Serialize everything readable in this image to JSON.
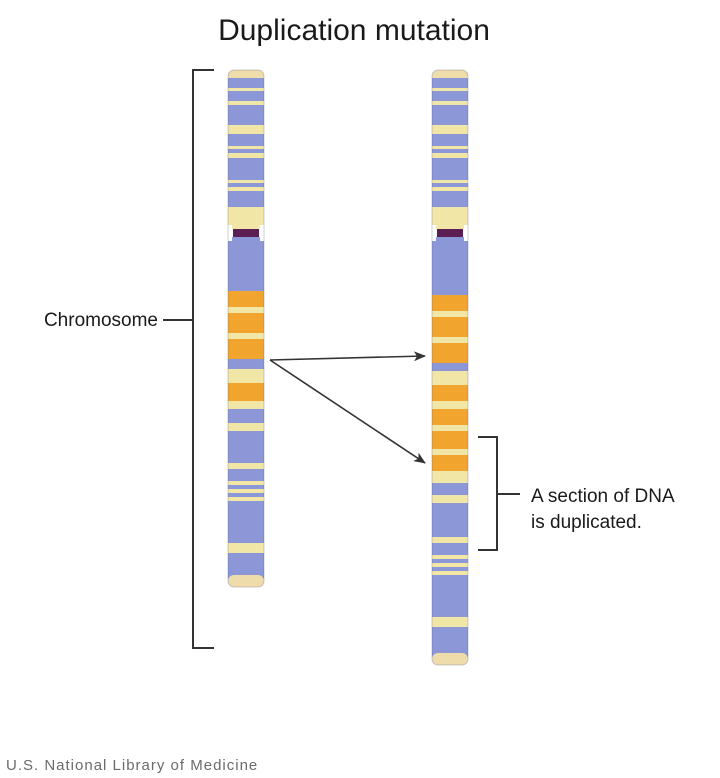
{
  "title": "Duplication mutation",
  "labels": {
    "chromosome": "Chromosome",
    "duplicated_line1": "A section of DNA",
    "duplicated_line2": "is duplicated."
  },
  "credit": "U.S. National Library of Medicine",
  "colors": {
    "background": "#ffffff",
    "chromosome_blue": "#8c97d8",
    "band_light": "#f2e6a6",
    "band_orange": "#f1a52f",
    "centromere": "#5b1e52",
    "cap": "#efdcab",
    "line": "#333333"
  },
  "chromosomes": [
    {
      "name": "original",
      "p_arm": [
        {
          "t": "blue",
          "len": 10
        },
        {
          "t": "light",
          "len": 3
        },
        {
          "t": "blue",
          "len": 10
        },
        {
          "t": "light",
          "len": 4
        },
        {
          "t": "blue",
          "len": 20
        },
        {
          "t": "light",
          "len": 9
        },
        {
          "t": "blue",
          "len": 12
        },
        {
          "t": "light",
          "len": 3
        },
        {
          "t": "blue",
          "len": 4
        },
        {
          "t": "light",
          "len": 5
        },
        {
          "t": "blue",
          "len": 22
        },
        {
          "t": "light",
          "len": 3
        },
        {
          "t": "blue",
          "len": 4
        },
        {
          "t": "light",
          "len": 4
        },
        {
          "t": "blue",
          "len": 16
        },
        {
          "t": "light",
          "len": 18
        }
      ],
      "q_arm": [
        {
          "t": "blue",
          "len": 50
        },
        {
          "t": "orange",
          "len": 16
        },
        {
          "t": "light",
          "len": 6
        },
        {
          "t": "orange",
          "len": 20
        },
        {
          "t": "light",
          "len": 6
        },
        {
          "t": "orange",
          "len": 20
        },
        {
          "t": "blue",
          "len": 10
        },
        {
          "t": "light",
          "len": 14
        },
        {
          "t": "orange",
          "len": 18
        },
        {
          "t": "light",
          "len": 8
        },
        {
          "t": "blue",
          "len": 14
        },
        {
          "t": "light",
          "len": 8
        },
        {
          "t": "blue",
          "len": 32
        },
        {
          "t": "light",
          "len": 6
        },
        {
          "t": "blue",
          "len": 12
        },
        {
          "t": "light",
          "len": 4
        },
        {
          "t": "blue",
          "len": 4
        },
        {
          "t": "light",
          "len": 4
        },
        {
          "t": "blue",
          "len": 4
        },
        {
          "t": "light",
          "len": 4
        },
        {
          "t": "blue",
          "len": 42
        },
        {
          "t": "light",
          "len": 10
        },
        {
          "t": "blue",
          "len": 26
        }
      ]
    },
    {
      "name": "mutated",
      "p_arm": [
        {
          "t": "blue",
          "len": 10
        },
        {
          "t": "light",
          "len": 3
        },
        {
          "t": "blue",
          "len": 10
        },
        {
          "t": "light",
          "len": 4
        },
        {
          "t": "blue",
          "len": 20
        },
        {
          "t": "light",
          "len": 9
        },
        {
          "t": "blue",
          "len": 12
        },
        {
          "t": "light",
          "len": 3
        },
        {
          "t": "blue",
          "len": 4
        },
        {
          "t": "light",
          "len": 5
        },
        {
          "t": "blue",
          "len": 22
        },
        {
          "t": "light",
          "len": 3
        },
        {
          "t": "blue",
          "len": 4
        },
        {
          "t": "light",
          "len": 4
        },
        {
          "t": "blue",
          "len": 16
        },
        {
          "t": "light",
          "len": 18
        }
      ],
      "q_arm": [
        {
          "t": "blue",
          "len": 54
        },
        {
          "t": "orange",
          "len": 16
        },
        {
          "t": "light",
          "len": 6
        },
        {
          "t": "orange",
          "len": 20
        },
        {
          "t": "light",
          "len": 6
        },
        {
          "t": "orange",
          "len": 20
        },
        {
          "t": "blue",
          "len": 8
        },
        {
          "t": "light",
          "len": 14
        },
        {
          "t": "orange",
          "len": 16
        },
        {
          "t": "light",
          "len": 8
        },
        {
          "t": "orange",
          "len": 16
        },
        {
          "t": "light",
          "len": 6
        },
        {
          "t": "orange",
          "len": 18
        },
        {
          "t": "light",
          "len": 6
        },
        {
          "t": "orange",
          "len": 16
        },
        {
          "t": "light",
          "len": 12
        },
        {
          "t": "blue",
          "len": 12
        },
        {
          "t": "light",
          "len": 8
        },
        {
          "t": "blue",
          "len": 34
        },
        {
          "t": "light",
          "len": 6
        },
        {
          "t": "blue",
          "len": 12
        },
        {
          "t": "light",
          "len": 4
        },
        {
          "t": "blue",
          "len": 4
        },
        {
          "t": "light",
          "len": 4
        },
        {
          "t": "blue",
          "len": 4
        },
        {
          "t": "light",
          "len": 4
        },
        {
          "t": "blue",
          "len": 42
        },
        {
          "t": "light",
          "len": 10
        },
        {
          "t": "blue",
          "len": 30
        }
      ]
    }
  ]
}
